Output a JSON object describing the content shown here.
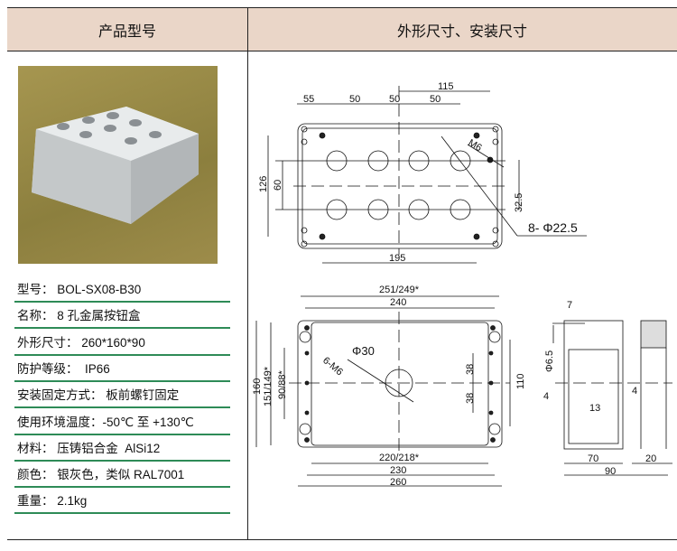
{
  "header": {
    "left": "产品型号",
    "right": "外形尺寸、安装尺寸"
  },
  "specs": [
    {
      "label": "型号：",
      "value": " BOL-SX08-B30"
    },
    {
      "label": "名称：",
      "value": " 8 孔金属按钮盒"
    },
    {
      "label": "外形尺寸：",
      "value": " 260*160*90"
    },
    {
      "label": "防护等级：",
      "value": "  IP66"
    },
    {
      "label": "安装固定方式：",
      "value": " 板前螺钉固定"
    },
    {
      "label": "使用环境温度：",
      "value": "-50℃ 至 +130℃"
    },
    {
      "label": "材料：",
      "value": " 压铸铝合金  AlSi12"
    },
    {
      "label": "颜色：",
      "value": " 银灰色，类似 RAL7001"
    },
    {
      "label": "重量：",
      "value": " 2.1kg"
    }
  ],
  "top_view": {
    "d55": "55",
    "d50a": "50",
    "d50b": "50",
    "d50c": "50",
    "d115": "115",
    "d126": "126",
    "d60": "60",
    "m6": "M6",
    "d32_5": "32.5",
    "holes": "8- Φ22.5",
    "d195": "195"
  },
  "front_view": {
    "d251": "251/249*",
    "d240": "240",
    "d160": "160",
    "d151": "151/149*",
    "d90": "90/88*",
    "m6": "6-M6",
    "phi30": "Φ30",
    "d38a": "38",
    "d38b": "38",
    "d110": "110",
    "d220": "220/218*",
    "d230": "230",
    "d260": "260"
  },
  "side_view": {
    "d7": "7",
    "phi6_5": "Φ6.5",
    "d4a": "4",
    "d13": "13",
    "d4b": "4",
    "d70": "70",
    "d90": "90",
    "d20": "20"
  }
}
